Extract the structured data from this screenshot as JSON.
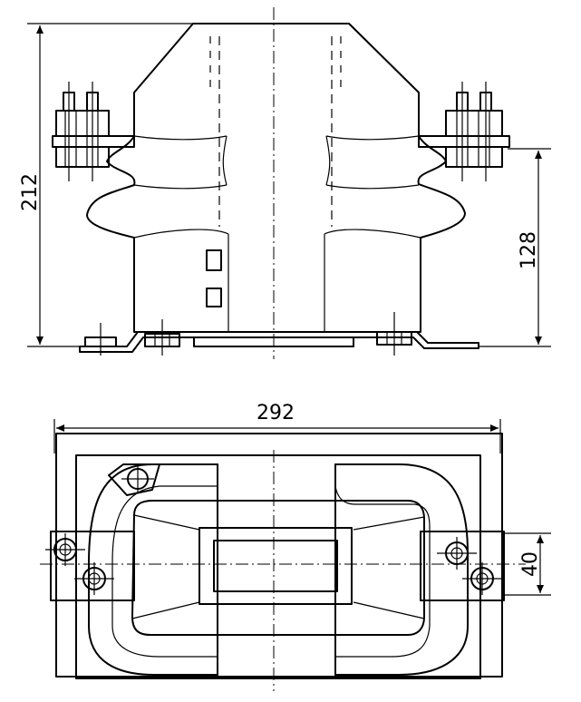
{
  "dimensions": {
    "height_total": "212",
    "height_flange": "128",
    "width_total": "292",
    "mount_width": "40"
  }
}
